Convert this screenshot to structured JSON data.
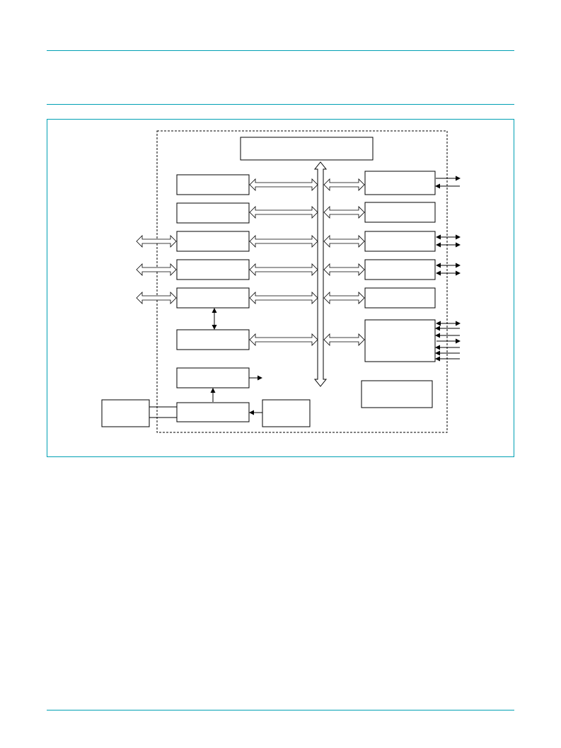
{
  "header": {
    "rule_color": "#00a0b4"
  },
  "diagram": {
    "frame_color": "#00a0b4",
    "line_color": "#000000",
    "blocks": [
      {
        "id": "top-center"
      },
      {
        "id": "left-1"
      },
      {
        "id": "left-2"
      },
      {
        "id": "left-3"
      },
      {
        "id": "left-4"
      },
      {
        "id": "left-5"
      },
      {
        "id": "left-6"
      },
      {
        "id": "left-7"
      },
      {
        "id": "left-8"
      },
      {
        "id": "right-1"
      },
      {
        "id": "right-2"
      },
      {
        "id": "right-3"
      },
      {
        "id": "right-4"
      },
      {
        "id": "right-5"
      },
      {
        "id": "right-6"
      },
      {
        "id": "right-7"
      },
      {
        "id": "external-left"
      },
      {
        "id": "external-bottom-right"
      }
    ]
  }
}
